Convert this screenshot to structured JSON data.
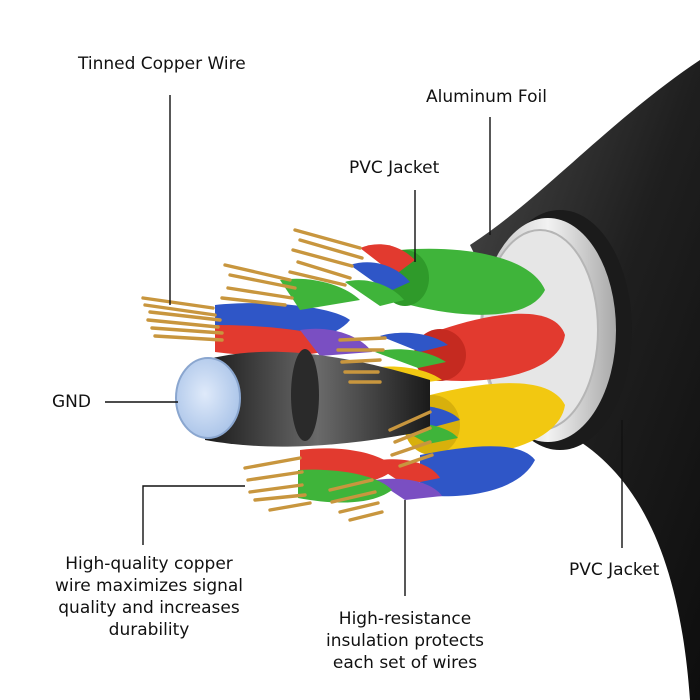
{
  "labels": {
    "tinned_copper_wire": "Tinned Copper Wire",
    "aluminum_foil": "Aluminum Foil",
    "pvc_jacket_inner": "PVC Jacket",
    "gnd": "GND",
    "pvc_jacket_outer": "PVC Jacket",
    "copper_note": [
      "High-quality copper",
      "wire maximizes signal",
      "quality and increases",
      "durability"
    ],
    "insulation_note": [
      "High-resistance",
      "insulation protects",
      "each set of wires"
    ]
  },
  "colors": {
    "outer_jacket": "#2b2b2b",
    "foil": "#d9d9d9",
    "copper": "#c8963e",
    "green": "#3fb43a",
    "red": "#e23a2f",
    "yellow": "#f2c811",
    "blue": "#2f56c7",
    "purple": "#7a4fc2",
    "gnd_face": "#bcd3f0"
  }
}
